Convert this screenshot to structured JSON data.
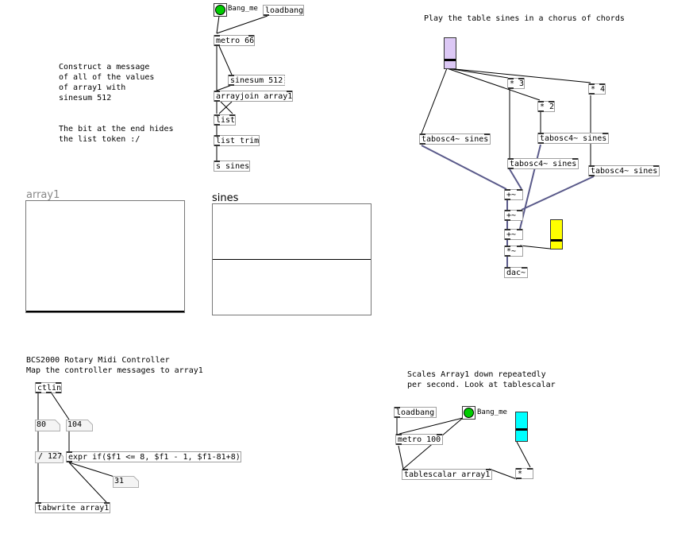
{
  "window": {
    "title": ""
  },
  "colors": {
    "bang_on": "#00cc00",
    "slider_violet": "#dcc8f5",
    "slider_yellow": "#ffff00",
    "slider_cyan": "#00ffff",
    "signal_wire": "#5a5a8a",
    "control_wire": "#000000",
    "array_title_gray": "#888888"
  },
  "icons": {
    "bang": "circle-in-box",
    "slider": "vertical-slider",
    "atom": "notched-box"
  },
  "comments": {
    "construct_message": "Construct a message\nof all of the values\nof array1 with\nsinesum 512",
    "bit_end": "The bit at the end hides\nthe list token :/",
    "play_chorus": "Play the table sines in a chorus of chords",
    "bcs_title": "BCS2000 Rotary Midi Controller\nMap the controller messages to array1",
    "scales_array": "Scales Array1 down repeatedly\nper second. Look at tablescalar"
  },
  "objects": {
    "loadbang_top": "loadbang",
    "metro_66": "metro 66",
    "sinesum_512": "sinesum 512",
    "arrayjoin": "arrayjoin array1",
    "list": "list",
    "list_trim": "list trim",
    "s_sines": "s sines",
    "mul_3": "* 3",
    "mul_2": "* 2",
    "mul_4": "* 4",
    "tabosc_a": "tabosc4~ sines",
    "tabosc_b": "tabosc4~ sines",
    "tabosc_c": "tabosc4~ sines",
    "tabosc_d": "tabosc4~ sines",
    "add_1": "+~",
    "add_2": "+~",
    "add_3": "+~",
    "mul_sig": "*~",
    "dac": "dac~",
    "ctlin": "ctlin",
    "expr": "expr if($f1 <= 8, $f1 - 1, $f1-81+8)",
    "tabwrite": "tabwrite array1",
    "loadbang_bottom": "loadbang",
    "metro_100": "metro 100",
    "tablescalar": "tablescalar array1",
    "mul_bottom": "*"
  },
  "atoms": {
    "ctl_num": "80",
    "ctl_val": "104",
    "div_127": "/ 127",
    "expr_out": "31"
  },
  "bangs": {
    "top_label": "Bang_me",
    "bottom_label": "Bang_me"
  },
  "arrays": {
    "array1_title": "array1",
    "sines_title": "sines"
  }
}
